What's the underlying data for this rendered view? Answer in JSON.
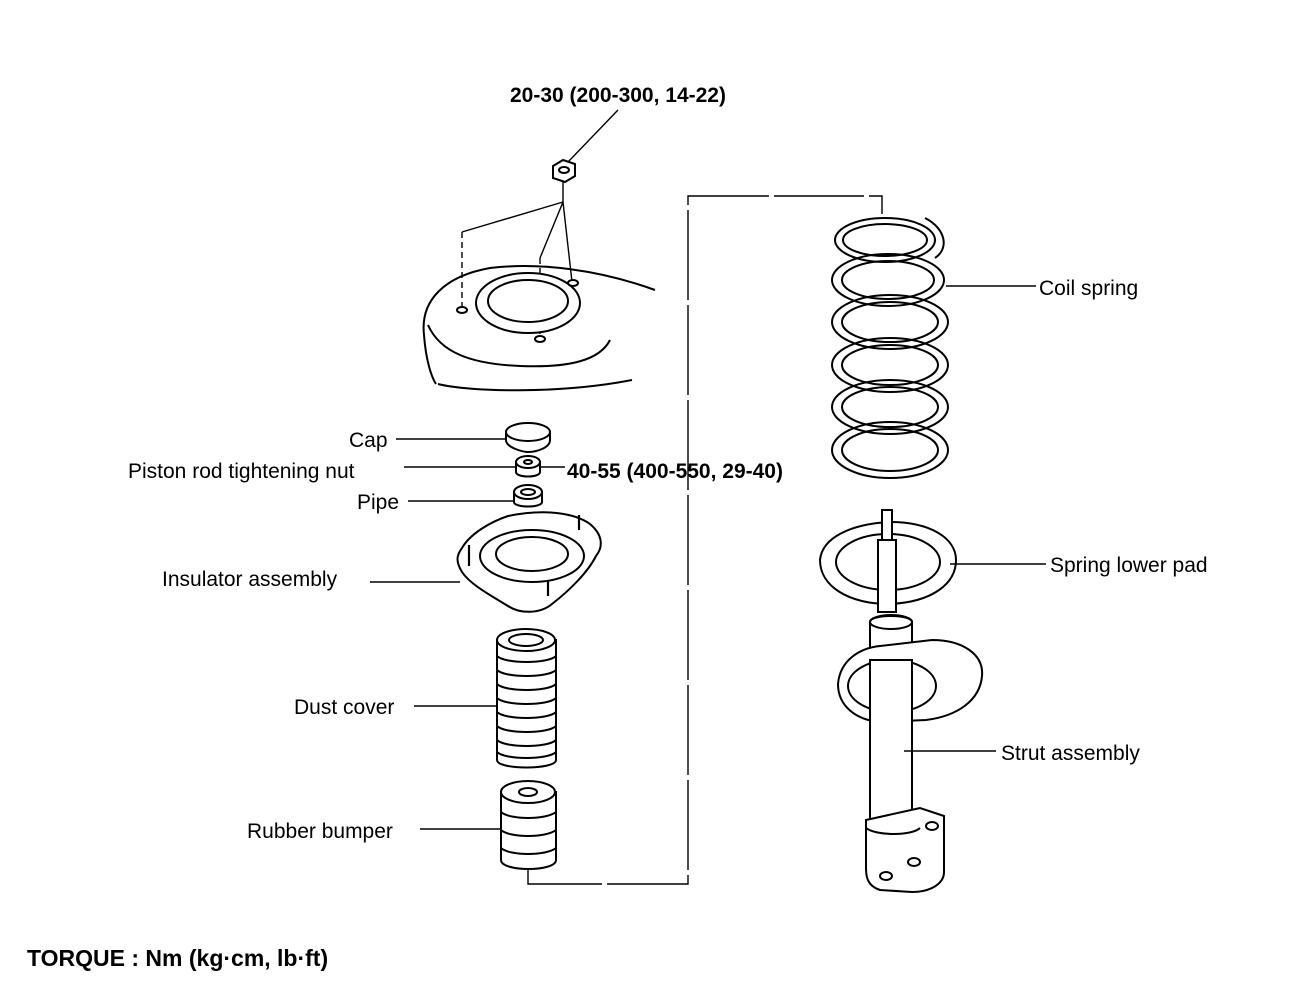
{
  "torque": {
    "mount_nut": "20-30 (200-300, 14-22)",
    "piston_nut": "40-55 (400-550, 29-40)",
    "legend": "TORQUE : Nm (kg·cm, lb·ft)"
  },
  "labels": {
    "cap": "Cap",
    "piston_rod_nut": "Piston rod tightening nut",
    "pipe": "Pipe",
    "insulator": "Insulator assembly",
    "dust_cover": "Dust cover",
    "rubber_bumper": "Rubber bumper",
    "coil_spring": "Coil spring",
    "spring_lower_pad": "Spring lower pad",
    "strut_assembly": "Strut assembly"
  }
}
